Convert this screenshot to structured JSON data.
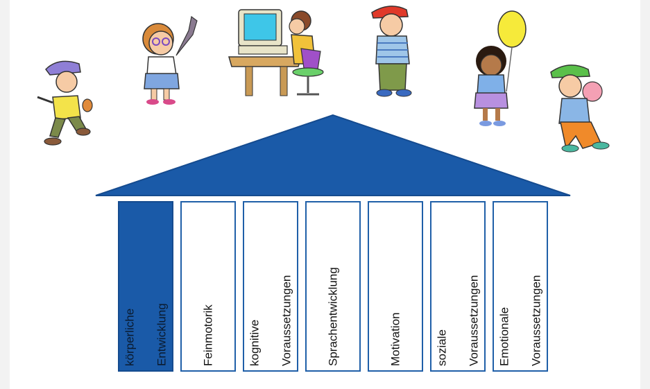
{
  "colors": {
    "accent": "#1a5aa8",
    "pillar_border": "#1f5fa8",
    "page_bg": "#f2f2f2",
    "canvas_bg": "#ffffff"
  },
  "figures": [
    "boy-kicking-ball",
    "girl-with-glasses-holding-toy",
    "child-at-computer",
    "boy-thinking-red-cap",
    "girl-with-balloon",
    "boy-blowing-bubblegum"
  ],
  "pillars": [
    {
      "lines": [
        "körperliche",
        "Entwicklung"
      ],
      "filled": true
    },
    {
      "lines": [
        "Feinmotorik"
      ],
      "filled": false
    },
    {
      "lines": [
        "kognitive",
        "Voraussetzungen"
      ],
      "filled": false
    },
    {
      "lines": [
        "Sprachentwicklung"
      ],
      "filled": false
    },
    {
      "lines": [
        "Motivation"
      ],
      "filled": false
    },
    {
      "lines": [
        "soziale",
        "Voraussetzungen"
      ],
      "filled": false
    },
    {
      "lines": [
        "Emotionale",
        "Voraussetzungen"
      ],
      "filled": false
    }
  ]
}
